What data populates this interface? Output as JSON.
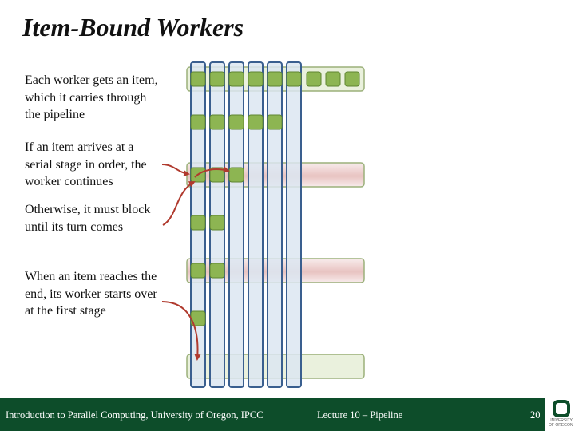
{
  "slide": {
    "title": "Item-Bound Workers",
    "bullets": [
      "Each worker gets an item, which it carries through the pipeline",
      "If an item arrives at a serial stage in order, the worker continues",
      "Otherwise, it must block until its turn comes",
      "When an item reaches the end, its worker starts over at the first stage"
    ]
  },
  "footer": {
    "course": "Introduction to Parallel Computing, University of Oregon, IPCC",
    "lecture": "Lecture 10 – Pipeline",
    "page": "20"
  },
  "logo": {
    "letter_icon": "university-o-logo-icon",
    "text_line1": "UNIVERSITY",
    "text_line2": "OF OREGON"
  },
  "colors": {
    "footer": "#0d4d2a",
    "item_fill": "#8db552",
    "item_stroke": "#5e8530",
    "worker_fill": "#dce6f1",
    "worker_stroke": "#3a5f8f",
    "parallel_stage": "#eaf1dd",
    "serial_stage": "#f2dcdb",
    "arrow": "#b03a2e"
  },
  "diagram": {
    "workers": 6,
    "stages": [
      "parallel",
      "parallel",
      "serial",
      "parallel",
      "serial",
      "parallel",
      "parallel"
    ]
  }
}
